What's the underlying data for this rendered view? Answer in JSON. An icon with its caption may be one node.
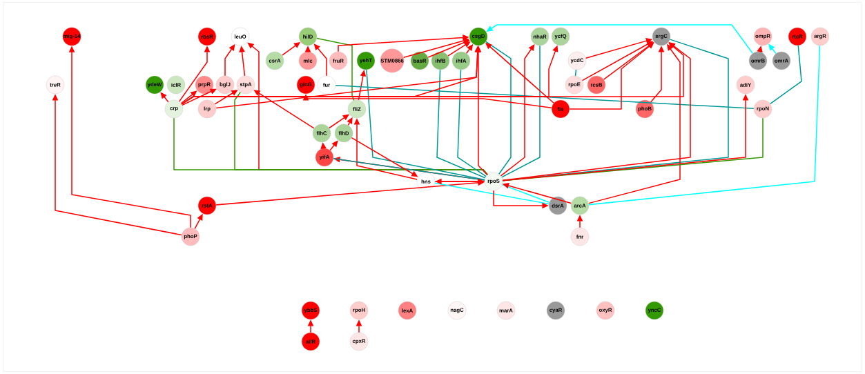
{
  "diagram": {
    "nodes": [
      {
        "text": [
          "mig-14"
        ]
      },
      {
        "text": [
          "rbsR"
        ]
      },
      {
        "text": [
          "leuO"
        ]
      },
      {
        "text": [
          "hilD"
        ]
      },
      {
        "text": [
          "csgD"
        ]
      },
      {
        "text": [
          "nhaR"
        ]
      },
      {
        "text": [
          "ycfQ"
        ]
      },
      {
        "text": [
          "srgC"
        ]
      },
      {
        "text": [
          "ompR"
        ]
      },
      {
        "text": [
          "rtcR"
        ]
      },
      {
        "text": [
          "argR"
        ]
      },
      {
        "text": [
          "csrA"
        ]
      },
      {
        "text": [
          "mlc"
        ]
      },
      {
        "text": [
          "fruR"
        ]
      },
      {
        "text": [
          "yehT"
        ]
      },
      {
        "text": [
          "STM0866"
        ]
      },
      {
        "text": [
          "basR"
        ]
      },
      {
        "text": [
          "ihfB"
        ]
      },
      {
        "text": [
          "ihfA"
        ]
      },
      {
        "text": [
          "ycdC"
        ]
      },
      {
        "text": [
          "omrB"
        ]
      },
      {
        "text": [
          "omrA"
        ]
      },
      {
        "text": [
          "treR"
        ]
      },
      {
        "text": [
          "ydeW"
        ]
      },
      {
        "text": [
          "iclR"
        ]
      },
      {
        "text": [
          "prpR"
        ]
      },
      {
        "text": [
          "bglJ"
        ]
      },
      {
        "text": [
          "stpA"
        ]
      },
      {
        "text": [
          "glnG"
        ]
      },
      {
        "text": [
          "fur"
        ]
      },
      {
        "text": [
          "rpoE"
        ]
      },
      {
        "text": [
          "rcsB"
        ]
      },
      {
        "text": [
          "adiY"
        ]
      },
      {
        "text": [
          "crp"
        ]
      },
      {
        "text": [
          "lrp"
        ]
      },
      {
        "text": [
          "fliZ"
        ]
      },
      {
        "text": [
          "fis"
        ]
      },
      {
        "text": [
          "phoB"
        ]
      },
      {
        "text": [
          "rpoN"
        ]
      },
      {
        "text": [
          "flhC"
        ]
      },
      {
        "text": [
          "flhD"
        ]
      },
      {
        "text": [
          "yifA"
        ]
      },
      {
        "text": [
          "hns"
        ]
      },
      {
        "text": [
          "rpoS"
        ]
      },
      {
        "text": [
          "rstA"
        ]
      },
      {
        "text": [
          "dsrA"
        ]
      },
      {
        "text": [
          "arcA"
        ]
      },
      {
        "text": [
          "phoP"
        ]
      },
      {
        "text": [
          "fnr"
        ]
      },
      {
        "text": [
          "ybbS"
        ]
      },
      {
        "text": [
          "rpoH"
        ]
      },
      {
        "text": [
          "lexA"
        ]
      },
      {
        "text": [
          "nagC"
        ]
      },
      {
        "text": [
          "marA"
        ]
      },
      {
        "text": [
          "cyaR"
        ]
      },
      {
        "text": [
          "oxyR"
        ]
      },
      {
        "text": [
          "yncC"
        ]
      },
      {
        "text": [
          "allR"
        ]
      },
      {
        "text": [
          "cpxR"
        ]
      }
    ],
    "edges": [
      {
        "from": 47,
        "to": 0,
        "arrow": "to"
      },
      {
        "from": 47,
        "to": 22,
        "arrow": "to"
      },
      {
        "from": 47,
        "to": 44,
        "arrow": "to"
      },
      {
        "from": 44,
        "to": 43,
        "arrow": "to"
      },
      {
        "from": 33,
        "to": 23,
        "arrow": "to"
      },
      {
        "from": 33,
        "to": 1,
        "arrow": "to"
      },
      {
        "from": 33,
        "to": 25,
        "arrow": "to"
      },
      {
        "from": 33,
        "to": 26,
        "arrow": "to"
      },
      {
        "from": 34,
        "to": 27,
        "arrow": "to"
      },
      {
        "from": 26,
        "to": 2,
        "arrow": "to"
      },
      {
        "from": 27,
        "to": 2,
        "arrow": "to"
      },
      {
        "from": 43,
        "to": 2,
        "arrow": "to"
      },
      {
        "from": 39,
        "to": 27,
        "arrow": "to"
      },
      {
        "from": 11,
        "to": 3,
        "arrow": "to"
      },
      {
        "from": 12,
        "to": 3,
        "arrow": "to"
      },
      {
        "from": 29,
        "to": 3,
        "arrow": "to"
      },
      {
        "from": 3,
        "to": 35,
        "arrow": "none",
        "color": "#339900"
      },
      {
        "from": 33,
        "to": 43,
        "arrow": "none",
        "color": "#339900"
      },
      {
        "from": 27,
        "to": 43,
        "arrow": "none",
        "color": "#339900"
      },
      {
        "from": 39,
        "to": 35,
        "arrow": "to"
      },
      {
        "from": 40,
        "to": 35,
        "arrow": "to"
      },
      {
        "from": 41,
        "to": 39,
        "arrow": "to"
      },
      {
        "from": 41,
        "to": 40,
        "arrow": "to"
      },
      {
        "from": 35,
        "to": 14,
        "arrow": "to"
      },
      {
        "from": 42,
        "to": 35,
        "arrow": "to"
      },
      {
        "from": 43,
        "to": 41,
        "arrow": "to"
      },
      {
        "from": 41,
        "to": 43,
        "arrow": "none",
        "color": "#009999"
      },
      {
        "from": 14,
        "to": 43,
        "arrow": "none",
        "color": "#009999"
      },
      {
        "from": 17,
        "to": 43,
        "arrow": "none",
        "color": "#009999"
      },
      {
        "from": 18,
        "to": 43,
        "arrow": "none",
        "color": "#009999"
      },
      {
        "from": 4,
        "to": 43,
        "arrow": "none",
        "color": "#009999"
      },
      {
        "from": 29,
        "to": 38,
        "arrow": "none",
        "color": "#009999"
      },
      {
        "from": 19,
        "to": 30,
        "arrow": "none",
        "color": "#009999"
      },
      {
        "from": 38,
        "to": 9,
        "arrow": "none",
        "color": "#009999"
      },
      {
        "from": 5,
        "to": 43,
        "arrow": "none",
        "color": "#009999"
      },
      {
        "from": 7,
        "to": 43,
        "arrow": "none",
        "color": "#009999"
      },
      {
        "from": 13,
        "to": 4,
        "arrow": "to"
      },
      {
        "from": 15,
        "to": 4,
        "arrow": "to"
      },
      {
        "from": 16,
        "to": 4,
        "arrow": "to"
      },
      {
        "from": 17,
        "to": 4,
        "arrow": "to"
      },
      {
        "from": 18,
        "to": 4,
        "arrow": "to"
      },
      {
        "from": 33,
        "to": 4,
        "arrow": "to"
      },
      {
        "from": 34,
        "to": 4,
        "arrow": "to"
      },
      {
        "from": 43,
        "to": 4,
        "arrow": "to"
      },
      {
        "from": 36,
        "to": 4,
        "arrow": "to"
      },
      {
        "from": 20,
        "to": 4,
        "arrow": "to",
        "color": "#00ffff"
      },
      {
        "from": 21,
        "to": 8,
        "arrow": "to",
        "color": "#00ffff"
      },
      {
        "from": 20,
        "to": 8,
        "arrow": "to"
      },
      {
        "from": 42,
        "to": 45,
        "arrow": "none",
        "color": "#00ffff"
      },
      {
        "from": 43,
        "to": 45,
        "arrow": "none",
        "color": "#00ffff"
      },
      {
        "from": 46,
        "to": 10,
        "arrow": "none",
        "color": "#00ffff"
      },
      {
        "from": 19,
        "to": 7,
        "arrow": "to"
      },
      {
        "from": 31,
        "to": 7,
        "arrow": "to"
      },
      {
        "from": 30,
        "to": 7,
        "arrow": "to"
      },
      {
        "from": 37,
        "to": 7,
        "arrow": "to"
      },
      {
        "from": 36,
        "to": 7,
        "arrow": "to"
      },
      {
        "from": 33,
        "to": 7,
        "arrow": "to"
      },
      {
        "from": 43,
        "to": 7,
        "arrow": "to"
      },
      {
        "from": 46,
        "to": 7,
        "arrow": "to"
      },
      {
        "from": 43,
        "to": 5,
        "arrow": "to"
      },
      {
        "from": 33,
        "to": 6,
        "arrow": "to"
      },
      {
        "from": 43,
        "to": 42,
        "arrow": "to"
      },
      {
        "from": 42,
        "to": 43,
        "arrow": "to"
      },
      {
        "from": 43,
        "to": 45,
        "arrow": "to"
      },
      {
        "from": 46,
        "to": 43,
        "arrow": "to"
      },
      {
        "from": 48,
        "to": 46,
        "arrow": "to"
      },
      {
        "from": 38,
        "to": 43,
        "arrow": "none",
        "color": "#339900"
      },
      {
        "from": 43,
        "to": 32,
        "arrow": "to"
      },
      {
        "from": 57,
        "to": 49,
        "arrow": "to"
      },
      {
        "from": 58,
        "to": 50,
        "arrow": "to"
      },
      {
        "from": 40,
        "to": 42,
        "arrow": "to"
      },
      {
        "from": 36,
        "to": 28,
        "arrow": "to"
      }
    ]
  }
}
